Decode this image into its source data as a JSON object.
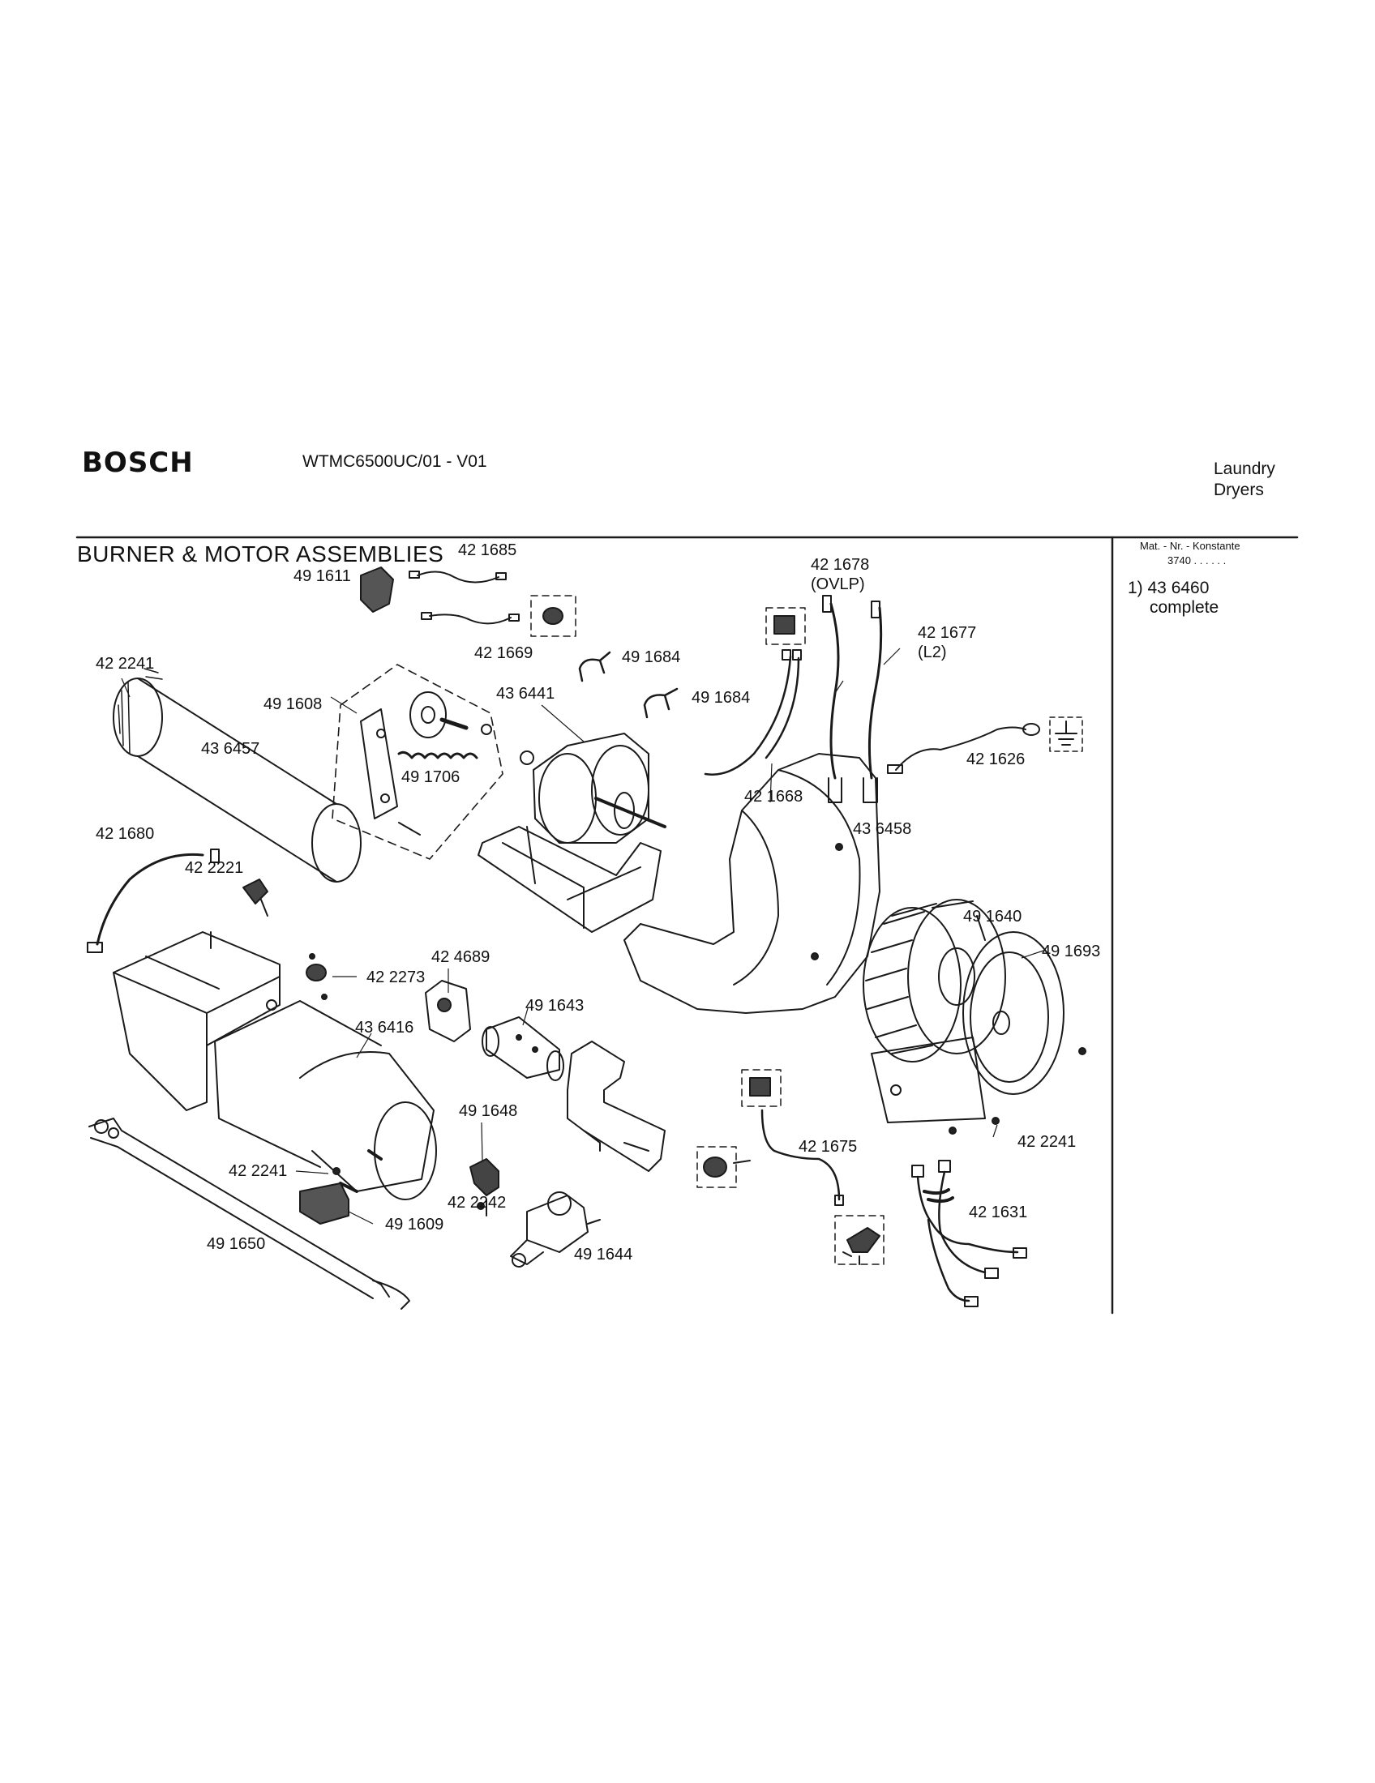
{
  "header": {
    "brand": "BOSCH",
    "model": "WTMC6500UC/01 - V01",
    "category_line1": "Laundry",
    "category_line2": "Dryers"
  },
  "diagram": {
    "title": "BURNER & MOTOR  ASSEMBLIES"
  },
  "sidebar": {
    "mat_header": "Mat. - Nr. - Konstante",
    "mat_value": "3740  .  .  .  .  .  .",
    "note_line1": "1)  43 6460",
    "note_line2": "complete"
  },
  "parts": [
    "42 1685",
    "49 1611",
    "42 1669",
    "42 2241",
    "49 1608",
    "43 6441",
    "49 1684",
    "49 1684",
    "42 1678",
    "(OVLP)",
    "42 1677",
    "(L2)",
    "42 1626",
    "43 6457",
    "49 1706",
    "42 1668",
    "43 6458",
    "42 1680",
    "42 2221",
    "42 2273",
    "49 1640",
    "49 1693",
    "42 4689",
    "49 1643",
    "43 6416",
    "49 1648",
    "42 2241",
    "42 2242",
    "49 1609",
    "49 1650",
    "49 1644",
    "42 1675",
    "42 2241",
    "42 1631"
  ]
}
